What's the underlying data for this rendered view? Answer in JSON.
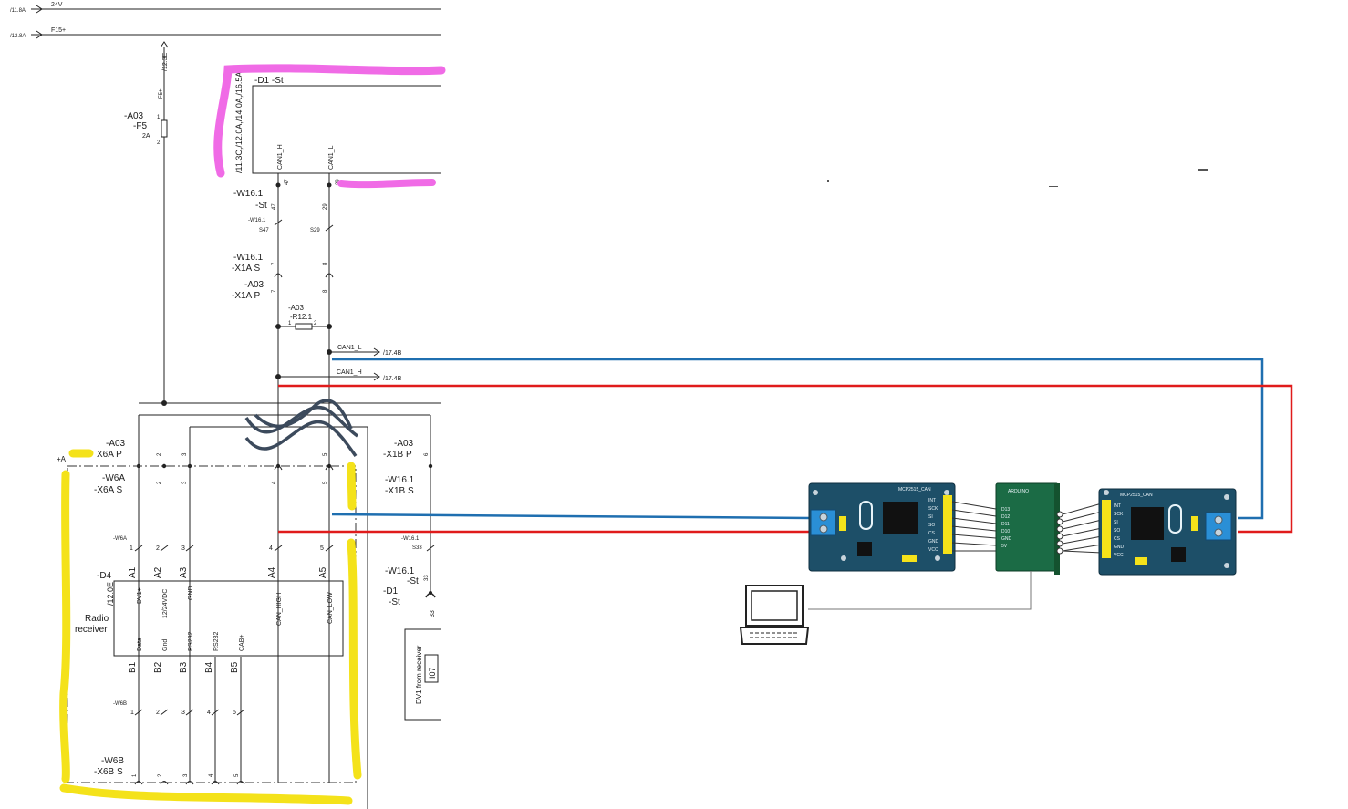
{
  "top_rails": {
    "rail_24v": {
      "ref": "/11.8A",
      "label": "24V"
    },
    "rail_f15": {
      "ref": "/12.8A",
      "label": "F15+"
    }
  },
  "fuse": {
    "ref_top": "/12.3E",
    "net": "F5+",
    "name_a": "-A03",
    "name_b": "-F5",
    "rating": "2A",
    "pin1": "1",
    "pin2": "2"
  },
  "d1_top": {
    "label": "-D1 -St",
    "refs": "/11.3C,/12.0A,/14.0A,/16.5A",
    "pin_canh": "CAN1_H",
    "pin_canl": "CAN1_L",
    "num_47": "47",
    "num_29": "29"
  },
  "harness_labels": {
    "w161_st_a": "-W16.1",
    "w161_st_b": "-St",
    "n47": "47",
    "n29": "29",
    "w161_small": "-W16.1",
    "s847": "S47",
    "s829": "S29",
    "x1a_s_a": "-W16.1",
    "x1a_s_b": "-X1A S",
    "x1a_p_a": "-A03",
    "x1a_p_b": "-X1A P",
    "n7": "7",
    "n8": "8"
  },
  "resistor": {
    "name_a": "-A03",
    "name_b": "-R12.1",
    "pin1": "1",
    "pin2": "2"
  },
  "can_outputs": {
    "canl": {
      "label": "CAN1_L",
      "ref": "/17.4B"
    },
    "canh": {
      "label": "CAN1_H",
      "ref": "/17.4B"
    }
  },
  "x6a": {
    "p_a": "-A03",
    "p_b": "X6A P",
    "s_a": "-W6A",
    "s_b": "-X6A S",
    "w6a": "-W6A",
    "plus_a": "+A",
    "pins": [
      "1",
      "2",
      "3",
      "4",
      "5"
    ]
  },
  "x1b": {
    "p_a": "-A03",
    "p_b": "-X1B P",
    "s_a": "-W16.1",
    "s_b": "-X1B S",
    "n6": "6",
    "w161": "-W16.1",
    "s33": "S33",
    "st_a": "-W16.1",
    "st_b": "-St",
    "d1_a": "-D1",
    "d1_b": "-St",
    "n33": "33",
    "n33b": "33"
  },
  "radio": {
    "name": "-D4",
    "ref": "/12.0E",
    "title_a": "Radio",
    "title_b": "receiver",
    "top_pins": [
      "A1",
      "A2",
      "A3",
      "A4",
      "A5"
    ],
    "top_signals": [
      "DV1+",
      "12/24VDC",
      "GND",
      "CAN_HIGH",
      "CAN_LOW"
    ],
    "bottom_signals": [
      "Data",
      "Gnd",
      "RS232",
      "RS232",
      "CAB+"
    ],
    "bottom_pins": [
      "B1",
      "B2",
      "B3",
      "B4",
      "B5"
    ]
  },
  "x6b": {
    "w6b": "-W6B",
    "s_a": "-W6B",
    "s_b": "-X6B S",
    "pins": [
      "1",
      "2",
      "3",
      "4",
      "5"
    ]
  },
  "dv1_box": {
    "label": "DV1 from receiver",
    "ref": "I07"
  },
  "modules": {
    "left_title": "MCP2515_CAN",
    "left_pins": [
      "INT",
      "SCK",
      "SI",
      "SO",
      "CS",
      "GND",
      "VCC"
    ],
    "arduino_title": "ARDUINO",
    "arduino_pins": [
      "D13",
      "D12",
      "D11",
      "D10",
      "GND",
      "5V"
    ],
    "right_title": "MCP2515_CAN",
    "right_pins": [
      "INT",
      "SCK",
      "SI",
      "SO",
      "CS",
      "GND",
      "VCC"
    ]
  },
  "colors": {
    "can_blue": "#1f6fb0",
    "can_red": "#e01b1b",
    "pcb_blue": "#1d4f68",
    "arduino_green": "#1b6b45",
    "highlight_yellow": "#f4e21a",
    "highlight_magenta": "#f06be6"
  }
}
